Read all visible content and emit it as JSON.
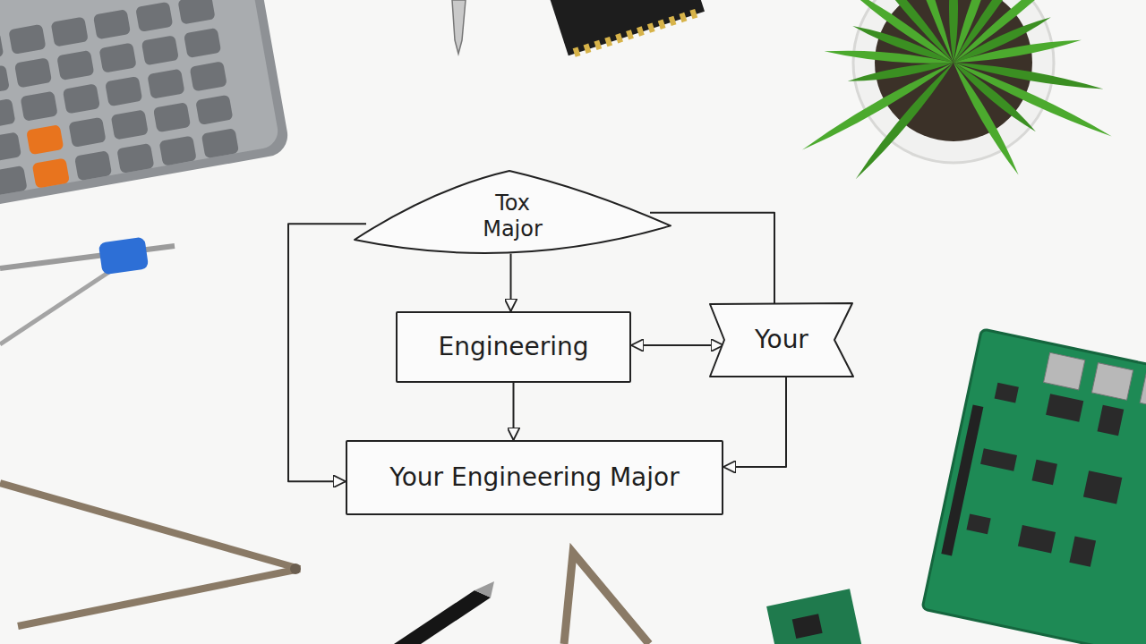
{
  "diagram": {
    "nodes": [
      {
        "text": [
          "Tox Major"
        ]
      },
      {
        "text": [
          "Engineering"
        ]
      },
      {
        "text": [
          "Your"
        ]
      },
      {
        "text": [
          "Your Engineering Major"
        ]
      }
    ],
    "edges": [
      {
        "from": 0,
        "to": 1,
        "arrow": "to"
      },
      {
        "from": 1,
        "to": 2,
        "arrow": "both"
      },
      {
        "from": 1,
        "to": 3,
        "arrow": "to"
      },
      {
        "from": 0,
        "to": 3,
        "arrow": "to"
      },
      {
        "from": 0,
        "to": 2,
        "arrow": "none"
      },
      {
        "from": 2,
        "to": 3,
        "arrow": "to"
      }
    ]
  }
}
